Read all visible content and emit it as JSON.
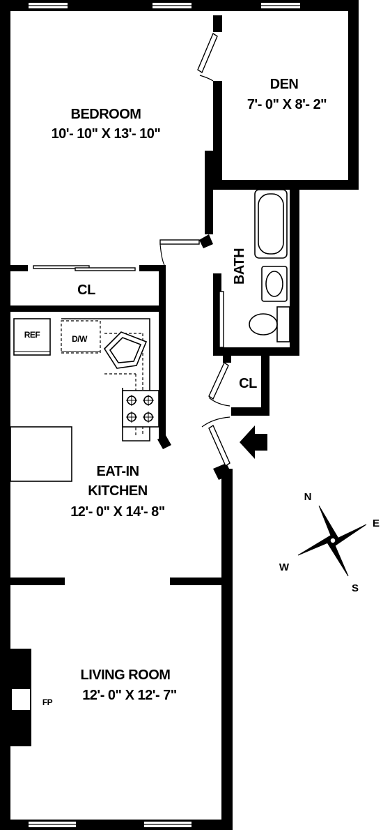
{
  "rooms": {
    "bedroom": {
      "name": "BEDROOM",
      "dims": "10'- 10\" X 13'- 10\""
    },
    "den": {
      "name": "DEN",
      "dims": "7'- 0\" X 8'- 2\""
    },
    "bath": {
      "name": "BATH"
    },
    "closet_bedroom": {
      "name": "CL"
    },
    "closet_entry": {
      "name": "CL"
    },
    "kitchen": {
      "name_line1": "EAT-IN",
      "name_line2": "KITCHEN",
      "dims": "12'- 0\" X 14'- 8\""
    },
    "living": {
      "name": "LIVING ROOM",
      "dims": "12'- 0\" X 12'- 7\""
    }
  },
  "fixtures": {
    "refrigerator": "REF",
    "dishwasher": "D/W",
    "fireplace": "FP"
  },
  "compass": {
    "n": "N",
    "e": "E",
    "s": "S",
    "w": "W"
  },
  "colors": {
    "wall": "#000000",
    "background": "#ffffff"
  }
}
